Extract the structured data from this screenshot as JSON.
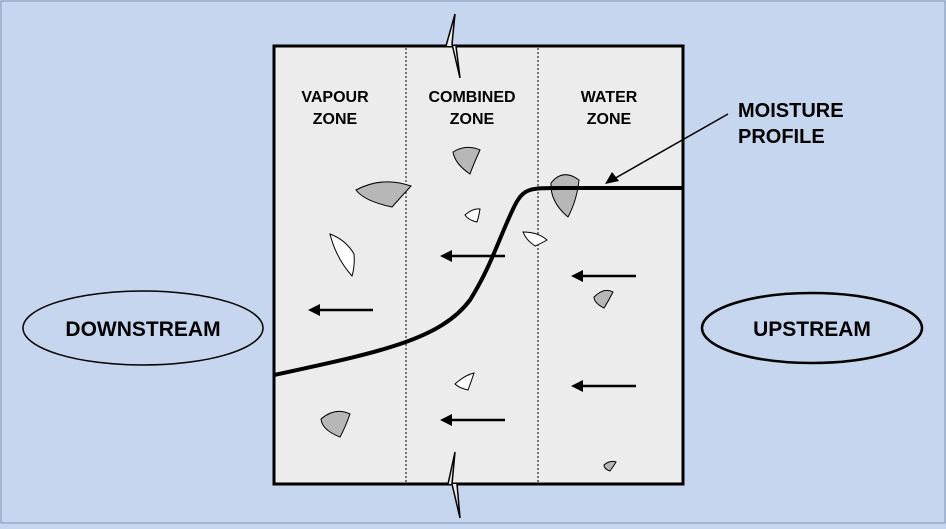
{
  "zones": [
    {
      "line1": "VAPOUR",
      "line2": "ZONE"
    },
    {
      "line1": "COMBINED",
      "line2": "ZONE"
    },
    {
      "line1": "WATER",
      "line2": "ZONE"
    }
  ],
  "moisture_label": {
    "line1": "MOISTURE",
    "line2": "PROFILE"
  },
  "downstream_label": "DOWNSTREAM",
  "upstream_label": "UPSTREAM",
  "colors": {
    "background": "#c5d6ee",
    "panel": "#ececec",
    "grey_particle": "#b7b7b7",
    "white_particle": "#ffffff",
    "ink": "#000000"
  }
}
